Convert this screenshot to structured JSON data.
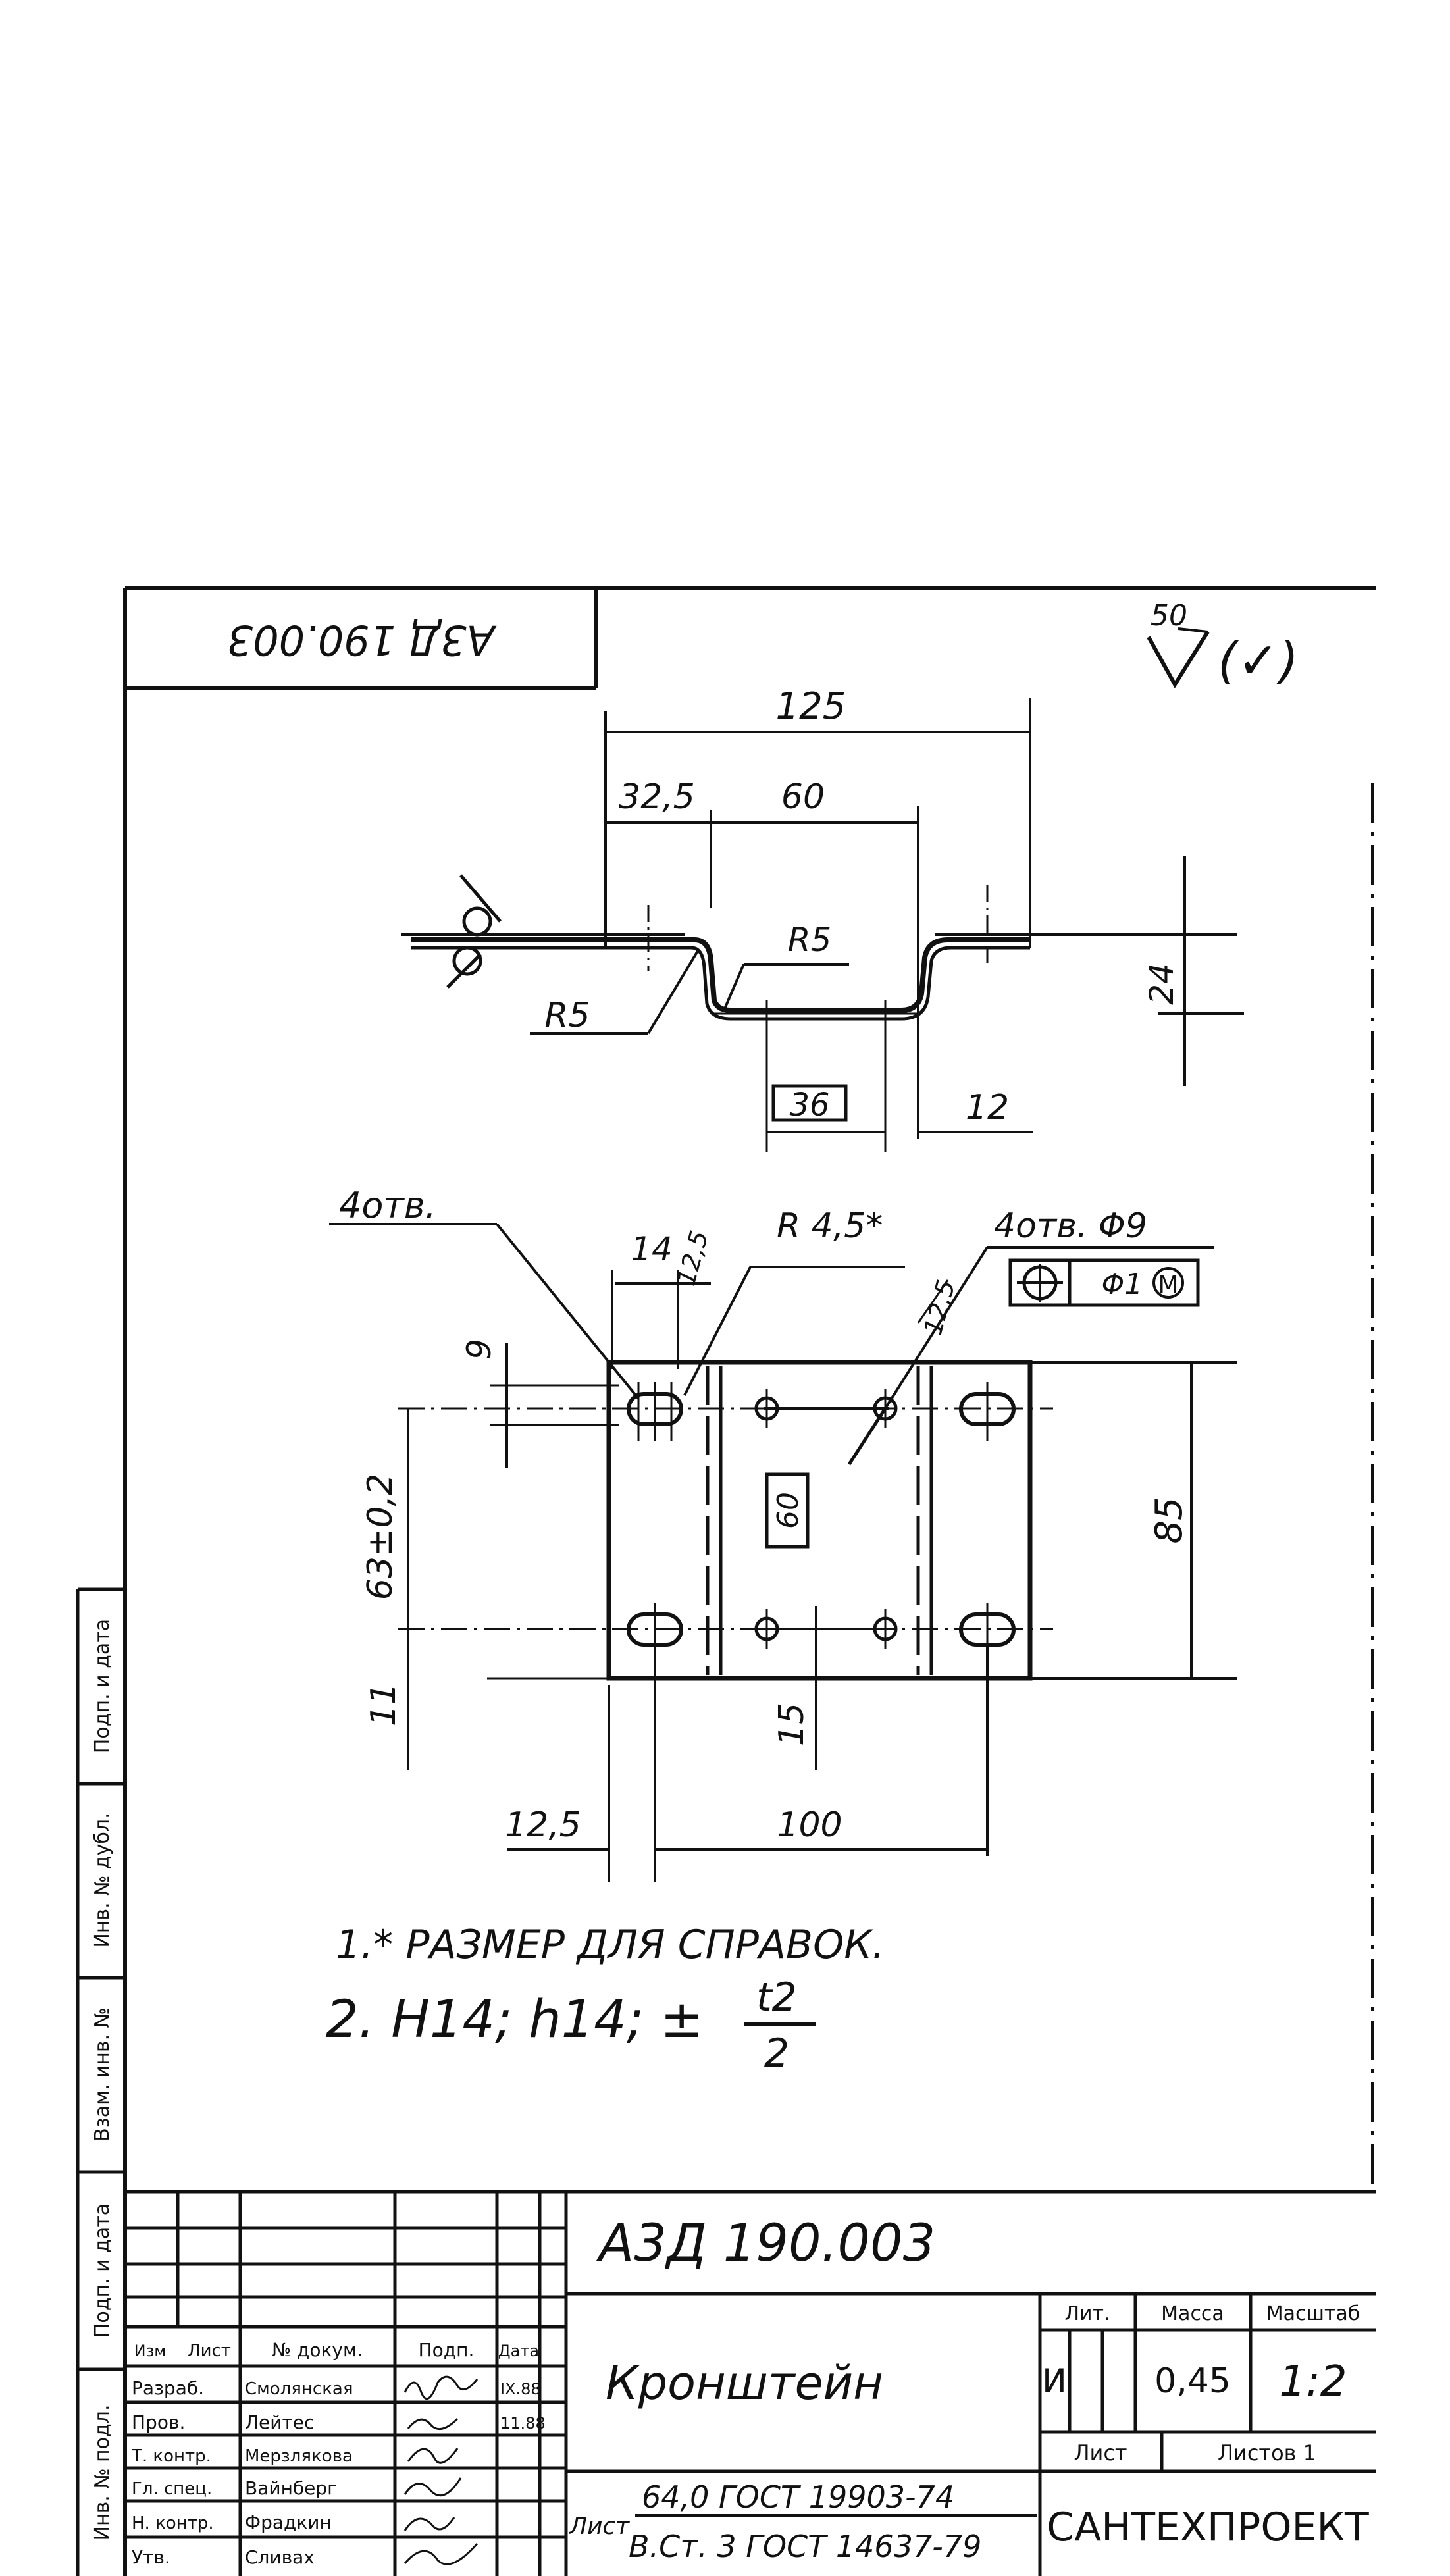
{
  "designation_stamp": "А3Д 190.003",
  "roughness": {
    "value": "50",
    "remainder": "(✓)"
  },
  "profile_dims": {
    "overall_length": "125",
    "flange": "32,5",
    "center_gap": "60",
    "bend_radius_lower": "R5",
    "bend_radius_upper": "R5",
    "height": "24",
    "boxed_width": "36",
    "thickness_ref": "12"
  },
  "plan_dims": {
    "holes_left": "4отв.",
    "slot_width": "14",
    "slot_offset_top": "12,5",
    "slot_radius": "R 4,5*",
    "holes_right": "4отв. Φ9",
    "position_tolerance": "Φ1",
    "modifier": "M",
    "slot_offset_right": "12,5",
    "slot_height": "9",
    "vertical_spacing": "63±0,2",
    "boxed_spacing": "60",
    "overall_height": "85",
    "bottom_offset": "11",
    "hole_offset_bottom": "15",
    "left_offset": "12,5",
    "hole_spacing": "100"
  },
  "notes": {
    "line1": "1.* РАЗМЕР ДЛЯ СПРАВОК.",
    "line2_prefix": "2. H14; h14; ±",
    "frac_num": "t2",
    "frac_den": "2"
  },
  "left_strip": {
    "labels": [
      "Подп. и дата",
      "Инв. № дубл.",
      "Взам. инв. №",
      "Подп. и дата",
      "Инв. № подл."
    ]
  },
  "title_block": {
    "designation": "А3Д 190.003",
    "name": "Кронштейн",
    "material_line1": "64,0 ГОСТ 19903-74",
    "material_line2": "В.Ст. 3 ГОСТ 14637-79",
    "material_prefix": "Лист",
    "headers": {
      "izm": "Изм",
      "list": "Лист",
      "doc": "№ докум.",
      "sign": "Подп.",
      "date": "Дата"
    },
    "roles": [
      {
        "role": "Разраб.",
        "name": "Смолянская",
        "date": "IX.88"
      },
      {
        "role": "Пров.",
        "name": "Лейтес",
        "date": "11.88"
      },
      {
        "role": "Т. контр.",
        "name": "Мерзлякова",
        "date": ""
      },
      {
        "role": "Гл. спец.",
        "name": "Вайнберг",
        "date": ""
      },
      {
        "role": "Н. контр.",
        "name": "Фрадкин",
        "date": ""
      },
      {
        "role": "Утв.",
        "name": "Сливах",
        "date": ""
      }
    ],
    "lit_label": "Лит.",
    "mass_label": "Масса",
    "scale_label": "Масштаб",
    "lit_value": "И",
    "mass_value": "0,45",
    "scale_value": "1:2",
    "sheet_label": "Лист",
    "sheets_label": "Листов 1",
    "org": "САНТЕХПРОЕКТ"
  }
}
